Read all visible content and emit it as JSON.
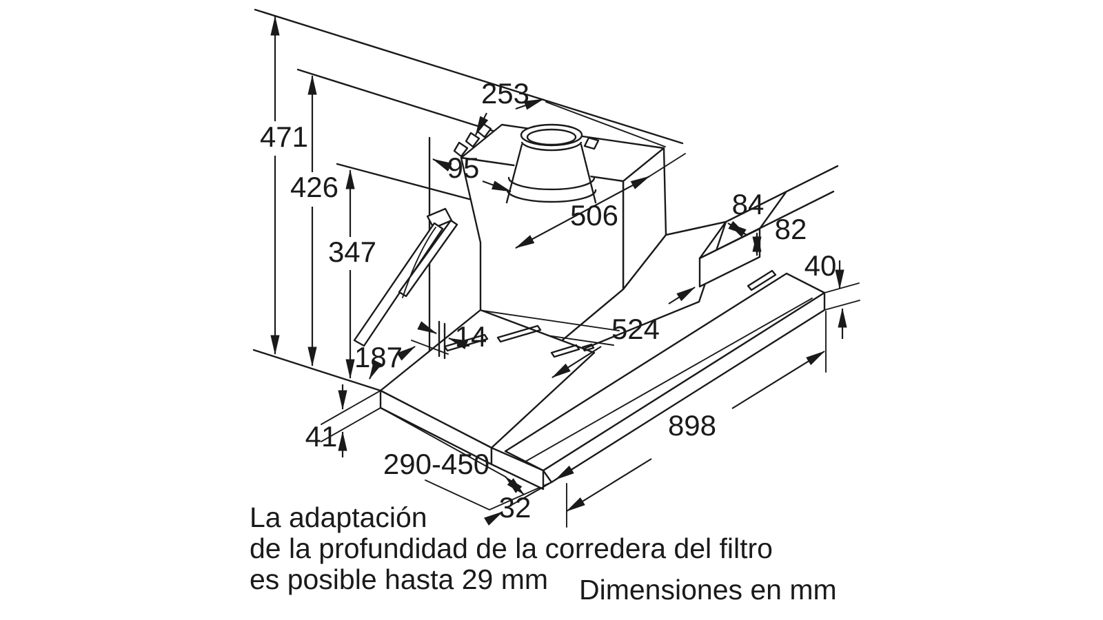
{
  "diagram": {
    "dimensions": {
      "d471": "471",
      "d426": "426",
      "d347": "347",
      "d253": "253",
      "d95": "95",
      "d506": "506",
      "d84": "84",
      "d82": "82",
      "d40": "40",
      "d524": "524",
      "d14": "14",
      "d187": "187",
      "d41": "41",
      "d290_450": "290-450",
      "d32": "32",
      "d898": "898"
    },
    "notes": {
      "adapt1": "La adaptación",
      "adapt2": "de la profundidad de la corredera del filtro",
      "adapt3": "es posible hasta 29 mm",
      "units": "Dimensiones en mm"
    },
    "colors": {
      "ink": "#1a1a1a",
      "background": "#ffffff"
    }
  }
}
